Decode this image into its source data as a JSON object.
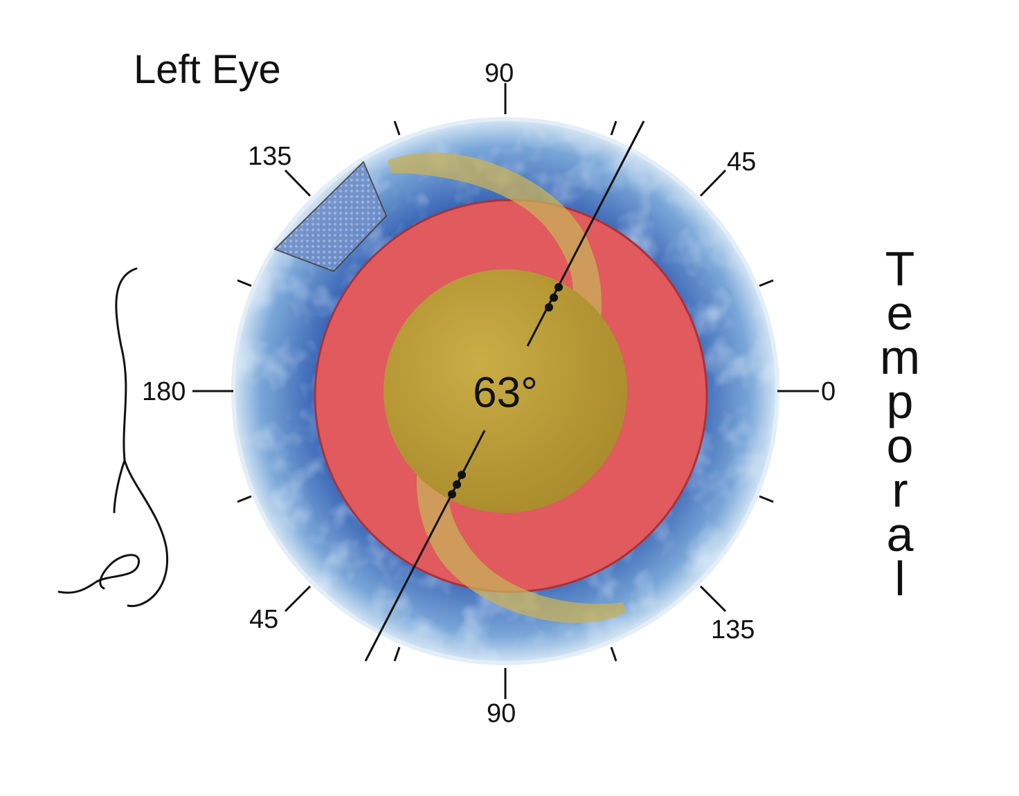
{
  "title": "Left Eye",
  "axis_marks": {
    "top": "90",
    "bottom": "90",
    "right": "0",
    "left": "180",
    "upper_right": "45",
    "upper_left": "135",
    "lower_left": "45",
    "lower_right": "135"
  },
  "axis_angle": "63°",
  "side_label": "Temporal",
  "colors": {
    "sclera_outer": "#c9dff0",
    "iris_blue": "#3f69b8",
    "pupil_red": "#e05a5e",
    "lens_gold": "#b89a33",
    "haptic": "#c9b15a",
    "line": "#111111"
  }
}
